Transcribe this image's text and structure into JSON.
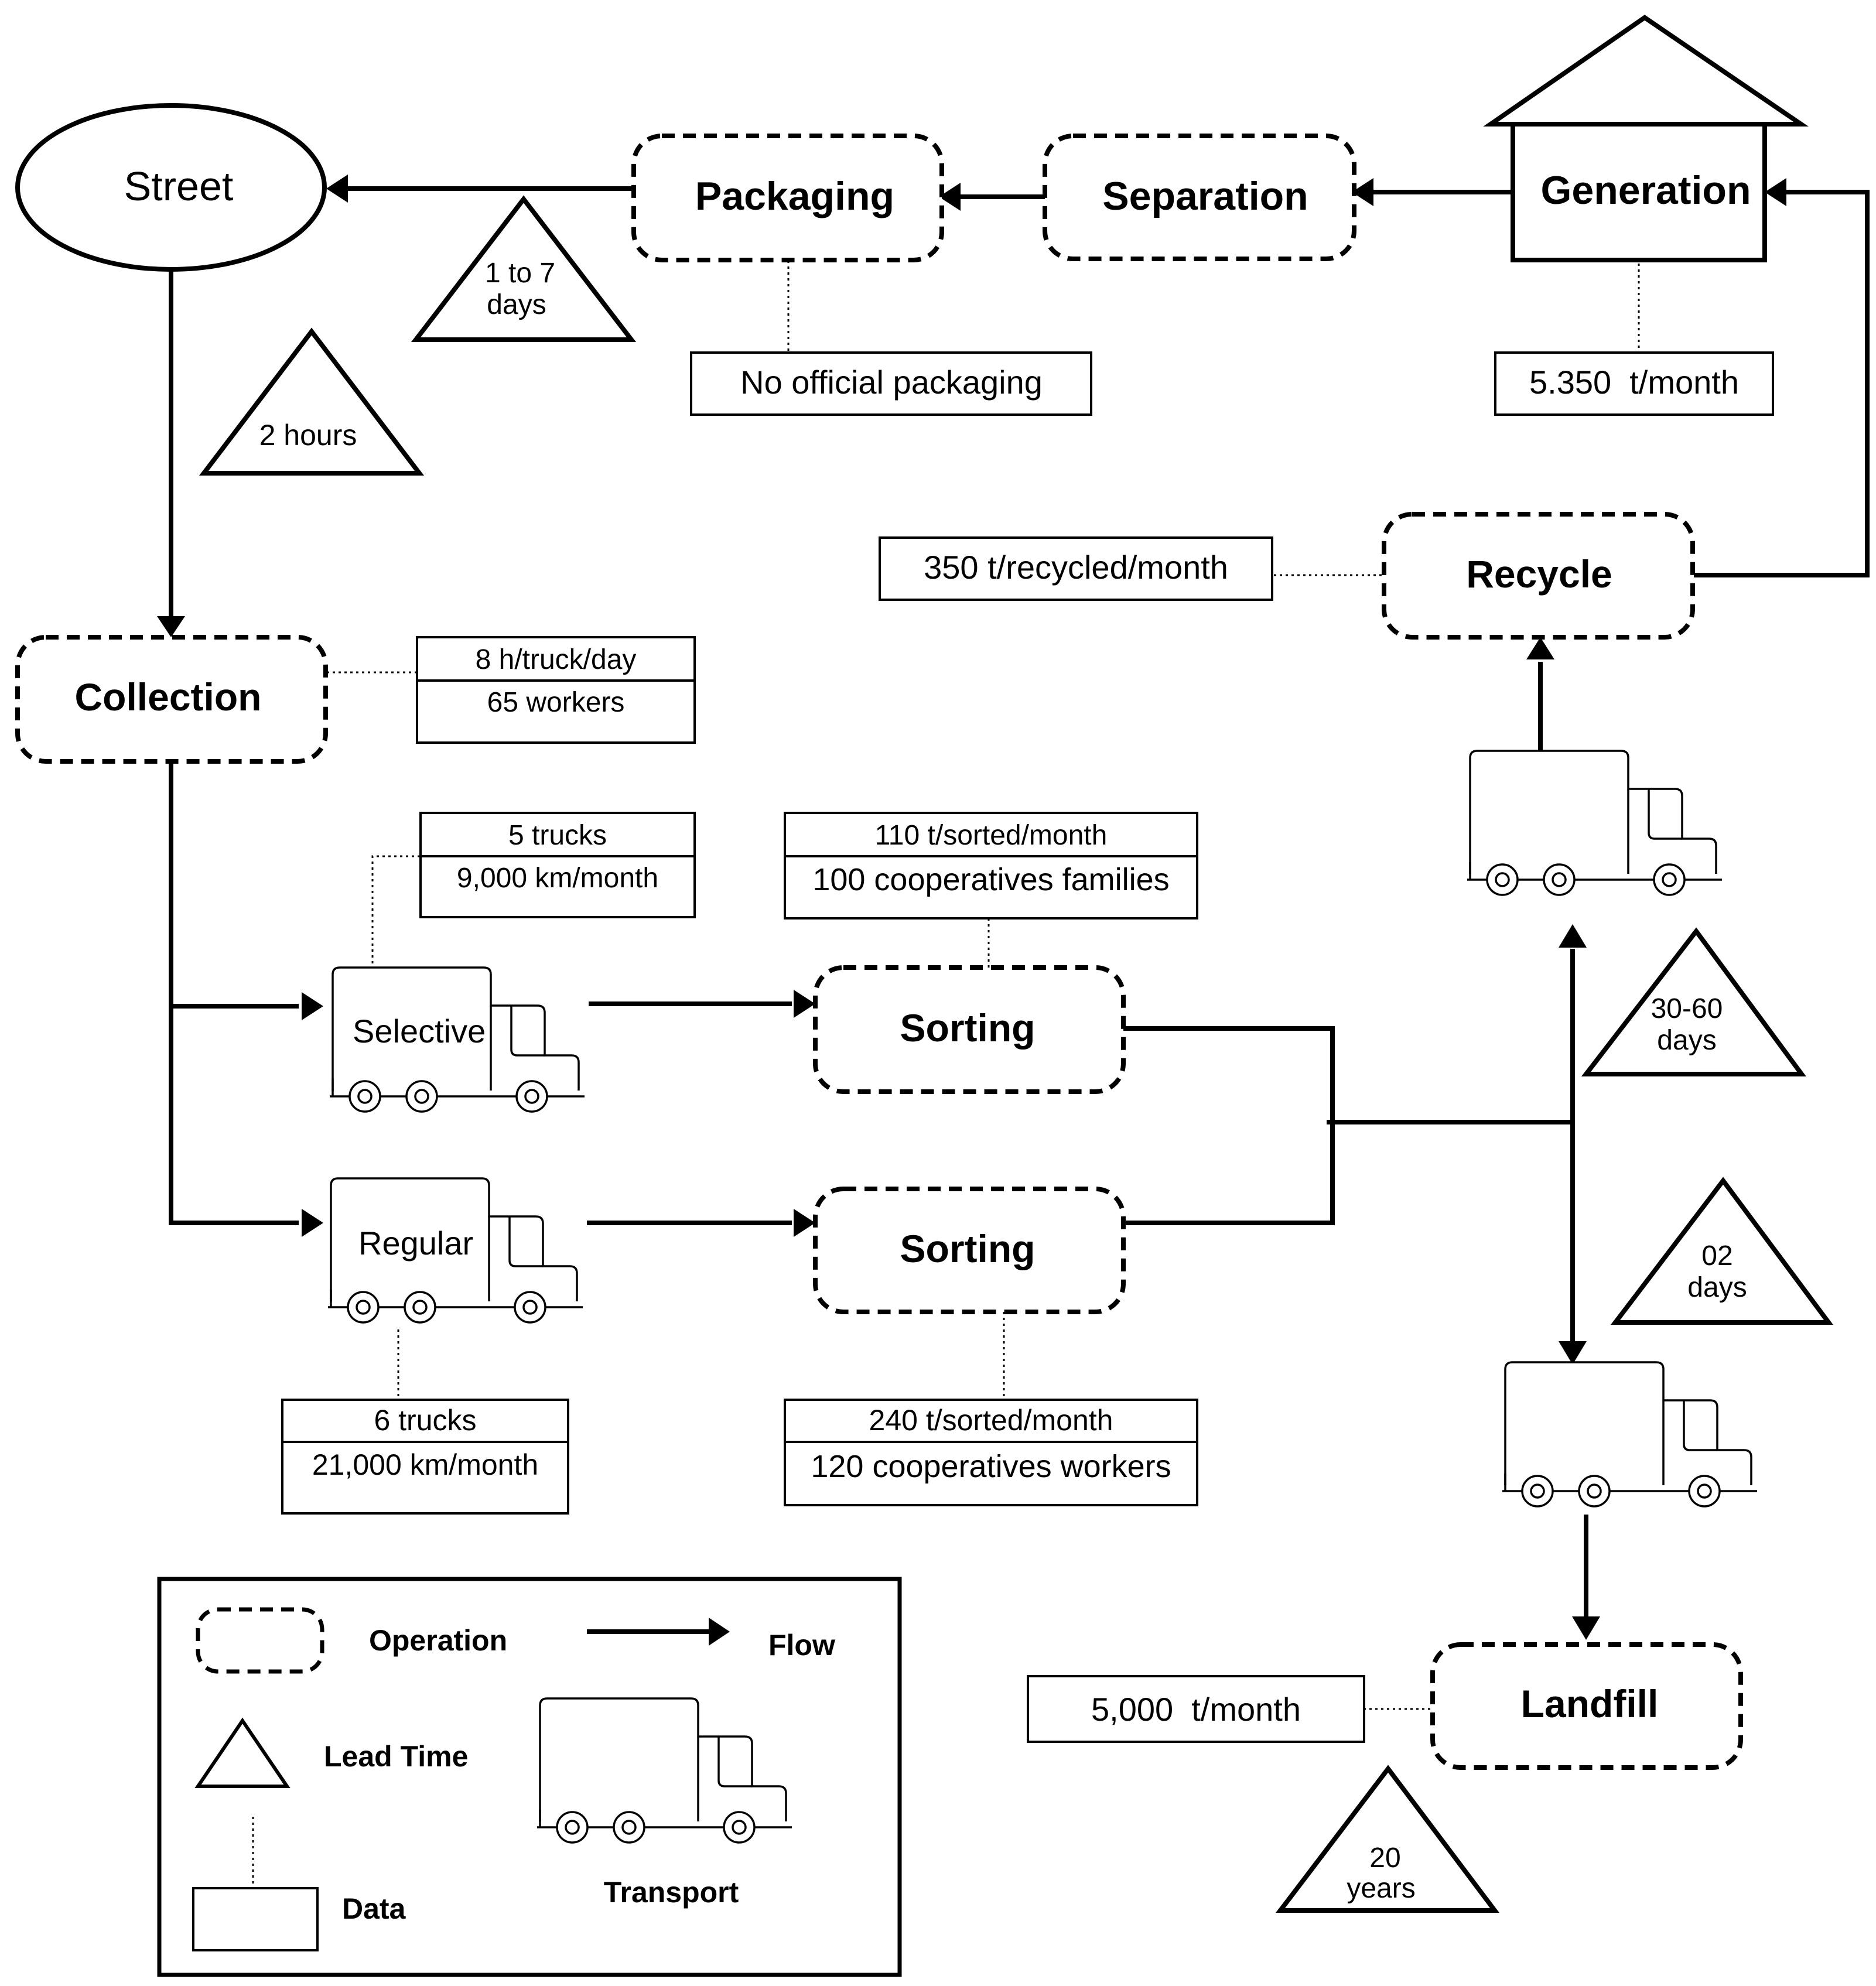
{
  "nodes": {
    "street": "Street",
    "generation": "Generation",
    "separation": "Separation",
    "packaging": "Packaging",
    "collection": "Collection",
    "sorting_selective": "Sorting",
    "sorting_regular": "Sorting",
    "recycle": "Recycle",
    "landfill": "Landfill"
  },
  "trucks": {
    "selective": "Selective",
    "regular": "Regular"
  },
  "data": {
    "no_packaging": "No official packaging",
    "generation_rate": "5.350  t/month",
    "recycled": "350 t/recycled/month",
    "collection_hours": "8 h/truck/day",
    "collection_workers": "65 workers",
    "selective_trucks": "5 trucks",
    "selective_km": "9,000 km/month",
    "sorted_top": "110 t/sorted/month",
    "coop_families": "100 cooperatives families",
    "regular_trucks": "6 trucks",
    "regular_km": "21,000 km/month",
    "sorted_bottom": "240 t/sorted/month",
    "coop_workers": "120 cooperatives workers",
    "landfill_rate": "5,000  t/month"
  },
  "lead_times": {
    "packaging_l1": "1 to 7",
    "packaging_l2": "days",
    "street": "2 hours",
    "recycle_l1": "30-60",
    "recycle_l2": "days",
    "landfill_transport_l1": "02",
    "landfill_transport_l2": "days",
    "landfill_l1": "20",
    "landfill_l2": "years"
  },
  "legend": {
    "operation": "Operation",
    "flow": "Flow",
    "lead_time": "Lead Time",
    "data": "Data",
    "transport": "Transport"
  }
}
